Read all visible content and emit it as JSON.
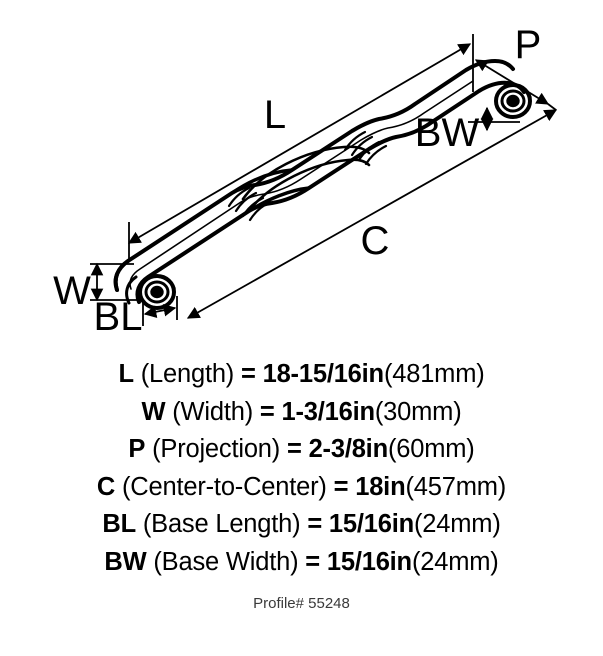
{
  "drawing": {
    "alt": "Isometric technical drawing of an appliance pull handle with dimension callouts",
    "callouts": [
      {
        "id": "L",
        "label": "L"
      },
      {
        "id": "W",
        "label": "W"
      },
      {
        "id": "P",
        "label": "P"
      },
      {
        "id": "C",
        "label": "C"
      },
      {
        "id": "BL",
        "label": "BL"
      },
      {
        "id": "BW",
        "label": "BW"
      }
    ],
    "line_color": "#000000",
    "background_color": "#ffffff"
  },
  "specs": [
    {
      "code": "L",
      "name": "(Length)",
      "equals": "=",
      "imperial": "18-15/16in",
      "metric": "(481mm)"
    },
    {
      "code": "W",
      "name": "(Width)",
      "equals": "=",
      "imperial": "1-3/16in",
      "metric": "(30mm)"
    },
    {
      "code": "P",
      "name": "(Projection)",
      "equals": "=",
      "imperial": "2-3/8in",
      "metric": "(60mm)"
    },
    {
      "code": "C",
      "name": "(Center-to-Center)",
      "equals": "=",
      "imperial": "18in",
      "metric": "(457mm)"
    },
    {
      "code": "BL",
      "name": "(Base Length)",
      "equals": "=",
      "imperial": "15/16in",
      "metric": "(24mm)"
    },
    {
      "code": "BW",
      "name": "(Base Width)",
      "equals": "=",
      "imperial": "15/16in",
      "metric": "(24mm)"
    }
  ],
  "profile": {
    "text": "Profile# 55248"
  }
}
